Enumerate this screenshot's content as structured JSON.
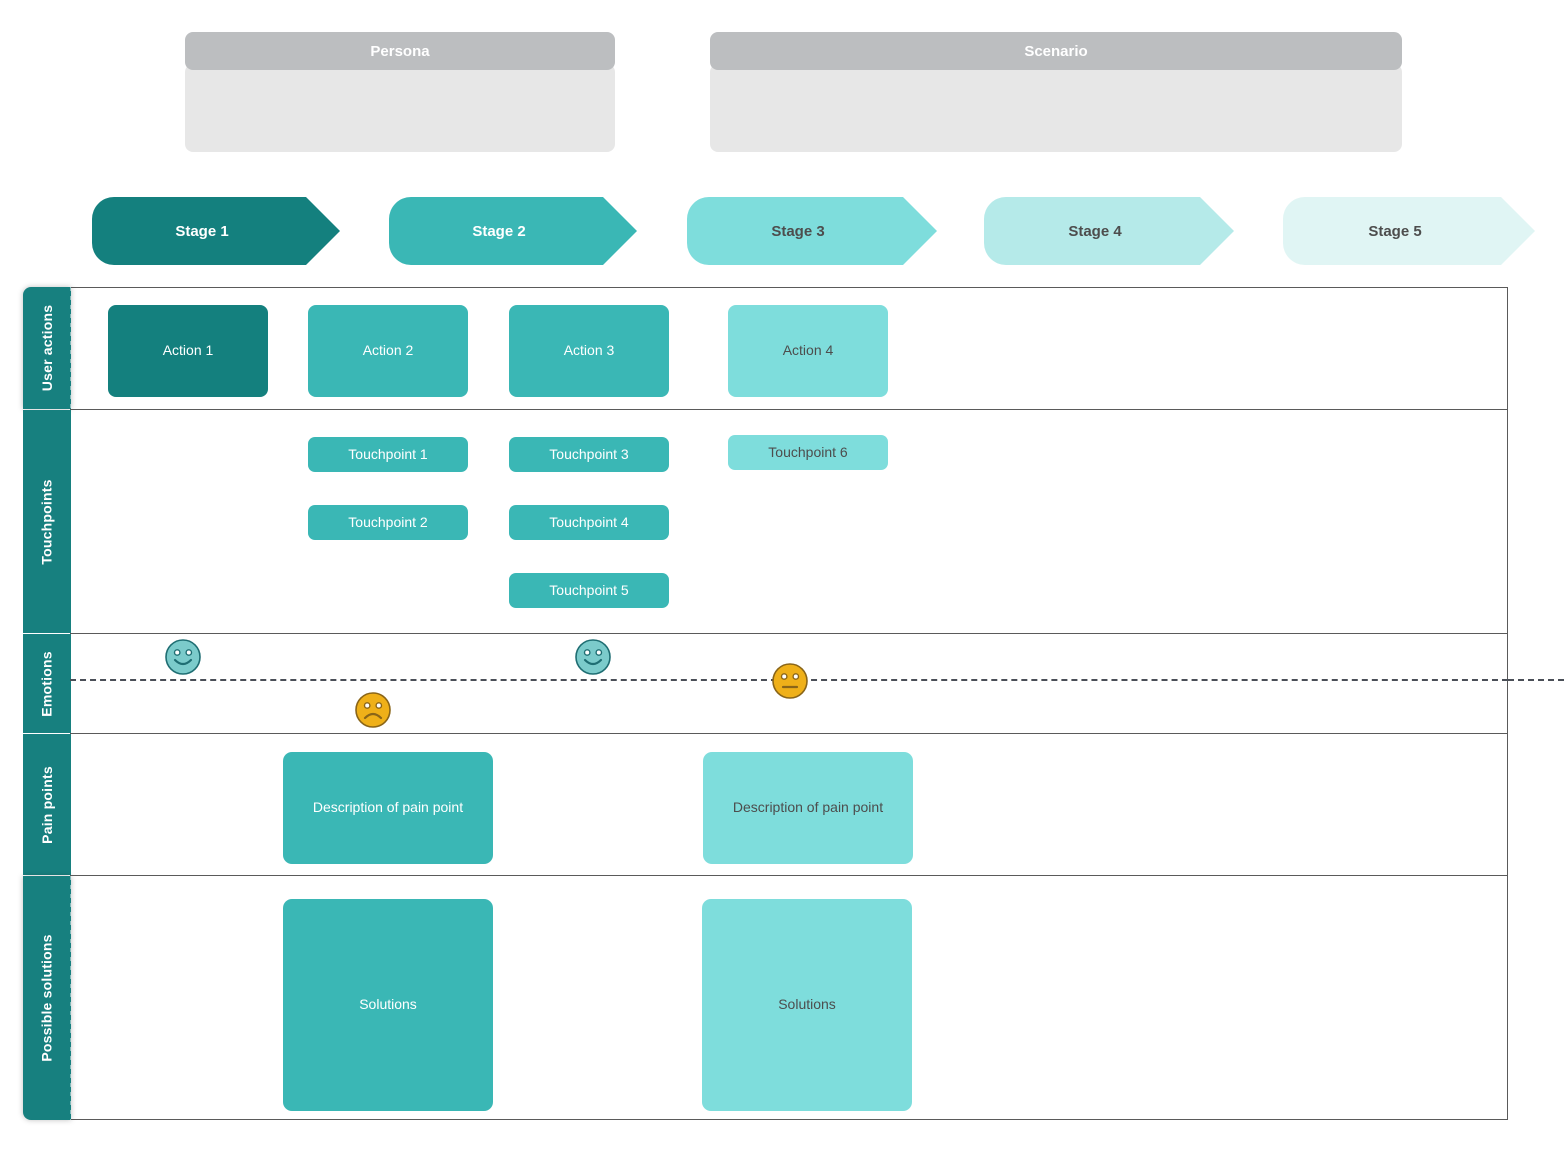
{
  "header": {
    "persona": {
      "title": "Persona",
      "body": ""
    },
    "scenario": {
      "title": "Scenario",
      "body": ""
    }
  },
  "colors": {
    "teal_darkest": "#14807E",
    "teal_dark": "#3AB7B5",
    "teal_mid": "#7EDDDC",
    "teal_light": "#B5EAE9",
    "teal_lightest": "#E0F5F4",
    "header_gray": "#BCBEC0",
    "panel_gray": "#E7E7E7",
    "label_teal": "#17807F",
    "face_teal": "#7BCBCB",
    "face_teal_stroke": "#1F6E73",
    "face_amber": "#EFB019",
    "face_amber_stroke": "#8A6518",
    "text_dark": "#4D4D4D",
    "text_white": "#FFFFFF",
    "border_gray": "#5A5A5A"
  },
  "stages": [
    {
      "label": "Stage 1",
      "fill": "#14807E",
      "text_color": "#FFFFFF"
    },
    {
      "label": "Stage 2",
      "fill": "#3AB7B5",
      "text_color": "#FFFFFF"
    },
    {
      "label": "Stage 3",
      "fill": "#7EDDDC",
      "text_color": "#4D4D4D"
    },
    {
      "label": "Stage 4",
      "fill": "#B5EAE9",
      "text_color": "#4D4D4D"
    },
    {
      "label": "Stage 5",
      "fill": "#E0F5F4",
      "text_color": "#4D4D4D"
    }
  ],
  "row_labels": [
    "User actions",
    "Touchpoints",
    "Emotions",
    "Pain points",
    "Possible solutions"
  ],
  "user_actions": [
    {
      "label": "Action 1",
      "fill": "#14807E",
      "text_color": "#FFFFFF"
    },
    {
      "label": "Action 2",
      "fill": "#3AB7B5",
      "text_color": "#FFFFFF"
    },
    {
      "label": "Action 3",
      "fill": "#3AB7B5",
      "text_color": "#FFFFFF"
    },
    {
      "label": "Action 4",
      "fill": "#7EDDDC",
      "text_color": "#4D4D4D"
    }
  ],
  "touchpoints": [
    {
      "label": "Touchpoint 1",
      "fill": "#3AB7B5",
      "text_color": "#FFFFFF"
    },
    {
      "label": "Touchpoint 2",
      "fill": "#3AB7B5",
      "text_color": "#FFFFFF"
    },
    {
      "label": "Touchpoint 3",
      "fill": "#3AB7B5",
      "text_color": "#FFFFFF"
    },
    {
      "label": "Touchpoint 4",
      "fill": "#3AB7B5",
      "text_color": "#FFFFFF"
    },
    {
      "label": "Touchpoint 5",
      "fill": "#3AB7B5",
      "text_color": "#FFFFFF"
    },
    {
      "label": "Touchpoint 6",
      "fill": "#7EDDDC",
      "text_color": "#4D4D4D"
    }
  ],
  "emotions": [
    {
      "mood": "happy",
      "icon": "smiley-happy-icon",
      "fill": "#7BCBCB",
      "stroke": "#1F6E73"
    },
    {
      "mood": "sad",
      "icon": "smiley-sad-icon",
      "fill": "#EFB019",
      "stroke": "#8A6518"
    },
    {
      "mood": "happy",
      "icon": "smiley-happy-icon",
      "fill": "#7BCBCB",
      "stroke": "#1F6E73"
    },
    {
      "mood": "neutral",
      "icon": "smiley-neutral-icon",
      "fill": "#EFB019",
      "stroke": "#8A6518"
    }
  ],
  "pain_points": [
    {
      "label": "Description of pain point",
      "fill": "#3AB7B5",
      "text_color": "#FFFFFF"
    },
    {
      "label": "Description of pain point",
      "fill": "#7EDDDC",
      "text_color": "#4D4D4D"
    }
  ],
  "possible_solutions": [
    {
      "label": "Solutions",
      "fill": "#3AB7B5",
      "text_color": "#FFFFFF"
    },
    {
      "label": "Solutions",
      "fill": "#7EDDDC",
      "text_color": "#4D4D4D"
    }
  ]
}
